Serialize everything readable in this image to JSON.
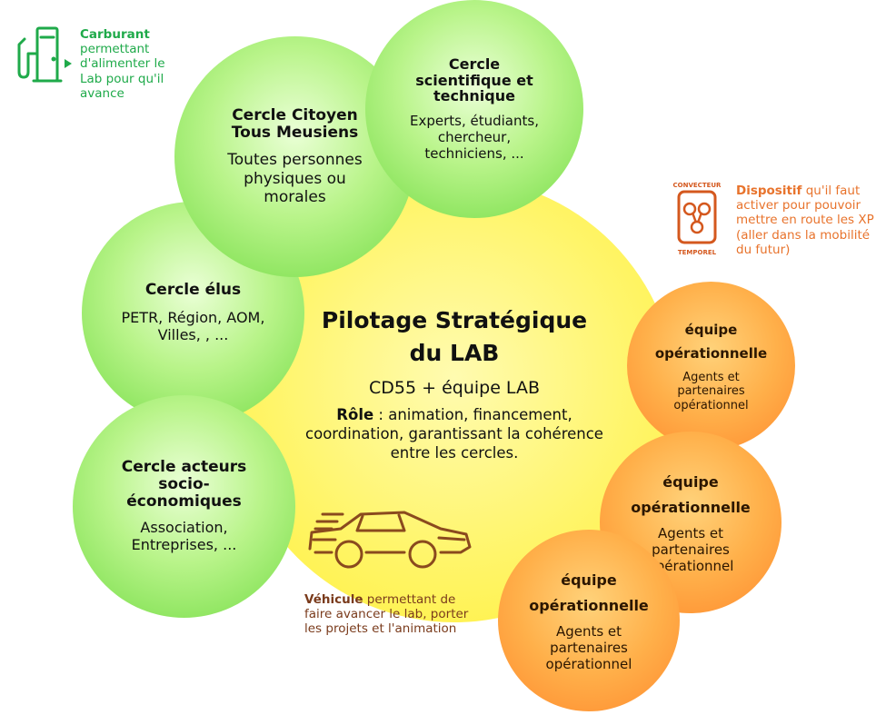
{
  "central": {
    "title_line1": "Pilotage Stratégique",
    "title_line2": "du LAB",
    "subtitle": "CD55 + équipe LAB",
    "role_label": "Rôle",
    "role_text": " : animation, financement, coordination, garantissant la cohérence entre les cercles."
  },
  "circles": {
    "citoyen": {
      "title_line1": "Cercle Citoyen",
      "title_line2": "Tous Meusiens",
      "body": "Toutes personnes physiques ou morales"
    },
    "scientifique": {
      "title": "Cercle scientifique et technique",
      "body": "Experts, étudiants, chercheur, techniciens, ..."
    },
    "elus": {
      "title": "Cercle élus",
      "body": "PETR, Région, AOM, Villes, , ..."
    },
    "acteurs": {
      "title": "Cercle acteurs socio-économiques",
      "body": "Association, Entreprises, ..."
    }
  },
  "teams": [
    {
      "title_line1": "équipe",
      "title_line2": "opérationnelle",
      "body": "Agents et partenaires opérationnel"
    },
    {
      "title_line1": "équipe",
      "title_line2": "opérationnelle",
      "body": "Agents et partenaires opérationnel"
    },
    {
      "title_line1": "équipe",
      "title_line2": "opérationnelle",
      "body": "Agents et partenaires opérationnel"
    }
  ],
  "notes": {
    "carburant_bold": "Carburant",
    "carburant_text": "permettant d'alimenter le Lab pour qu'il avance",
    "dispositif_bold": "Dispositif",
    "dispositif_text": " qu'il faut activer pour pouvoir mettre en route les XP (aller dans la mobilité du futur)",
    "vehicule_bold": "Véhicule",
    "vehicule_text": " permettant de faire avancer le lab, porter les projets et l'animation"
  },
  "convector": {
    "top_label": "CONVECTEUR",
    "bottom_label": "TEMPOREL"
  },
  "colors": {
    "green_text": "#1faa4a",
    "orange_text": "#e8732c",
    "brown_text": "#7a3b1c"
  }
}
